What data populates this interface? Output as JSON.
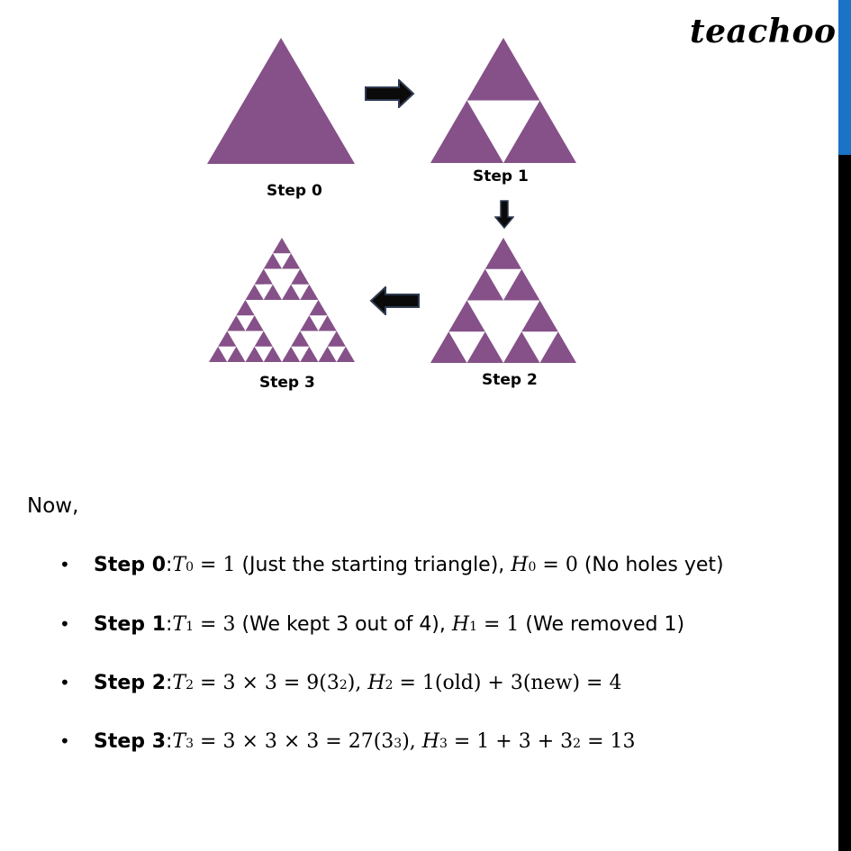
{
  "brand": {
    "logo_text": "teachoo",
    "accent_color": "#1a73c4",
    "sidebar_dark": "#000000"
  },
  "figure": {
    "triangle_color": "#855188",
    "arrow_color": "#0a0a0a",
    "steps": [
      {
        "label": "Step 0"
      },
      {
        "label": "Step 1"
      },
      {
        "label": "Step 2"
      },
      {
        "label": "Step 3"
      }
    ]
  },
  "content": {
    "intro": "Now,",
    "bullets": [
      {
        "label": "Step 0",
        "sep": ": ",
        "t_var": "T",
        "t_sub": "0",
        "t_expr": " = 1 ",
        "t_note": "(Just the starting triangle), ",
        "h_var": "H",
        "h_sub": "0",
        "h_expr": " = 0 ",
        "h_note": "(No holes yet)"
      },
      {
        "label": "Step 1",
        "sep": ": ",
        "t_var": "T",
        "t_sub": "1",
        "t_expr": " = 3 ",
        "t_note": "(We kept 3 out of 4), ",
        "h_var": "H",
        "h_sub": "1",
        "h_expr": " = 1 ",
        "h_note": "(We removed 1)"
      },
      {
        "label": "Step 2",
        "sep": ": ",
        "t_var": "T",
        "t_sub": "2",
        "t_expr": " = 3 × 3 = 9(3",
        "t_sup": "2",
        "t_close": "), ",
        "h_var": "H",
        "h_sub": "2",
        "h_expr": " = 1(old) + 3(new) = 4"
      },
      {
        "label": "Step 3",
        "sep": ": ",
        "t_var": "T",
        "t_sub": "3",
        "t_expr": " = 3 × 3 × 3 = 27(3",
        "t_sup": "3",
        "t_close": "), ",
        "h_var": "H",
        "h_sub": "3",
        "h_expr": " = 1 + 3 + 3",
        "h_sup": "2",
        "h_tail": " = 13"
      }
    ]
  }
}
